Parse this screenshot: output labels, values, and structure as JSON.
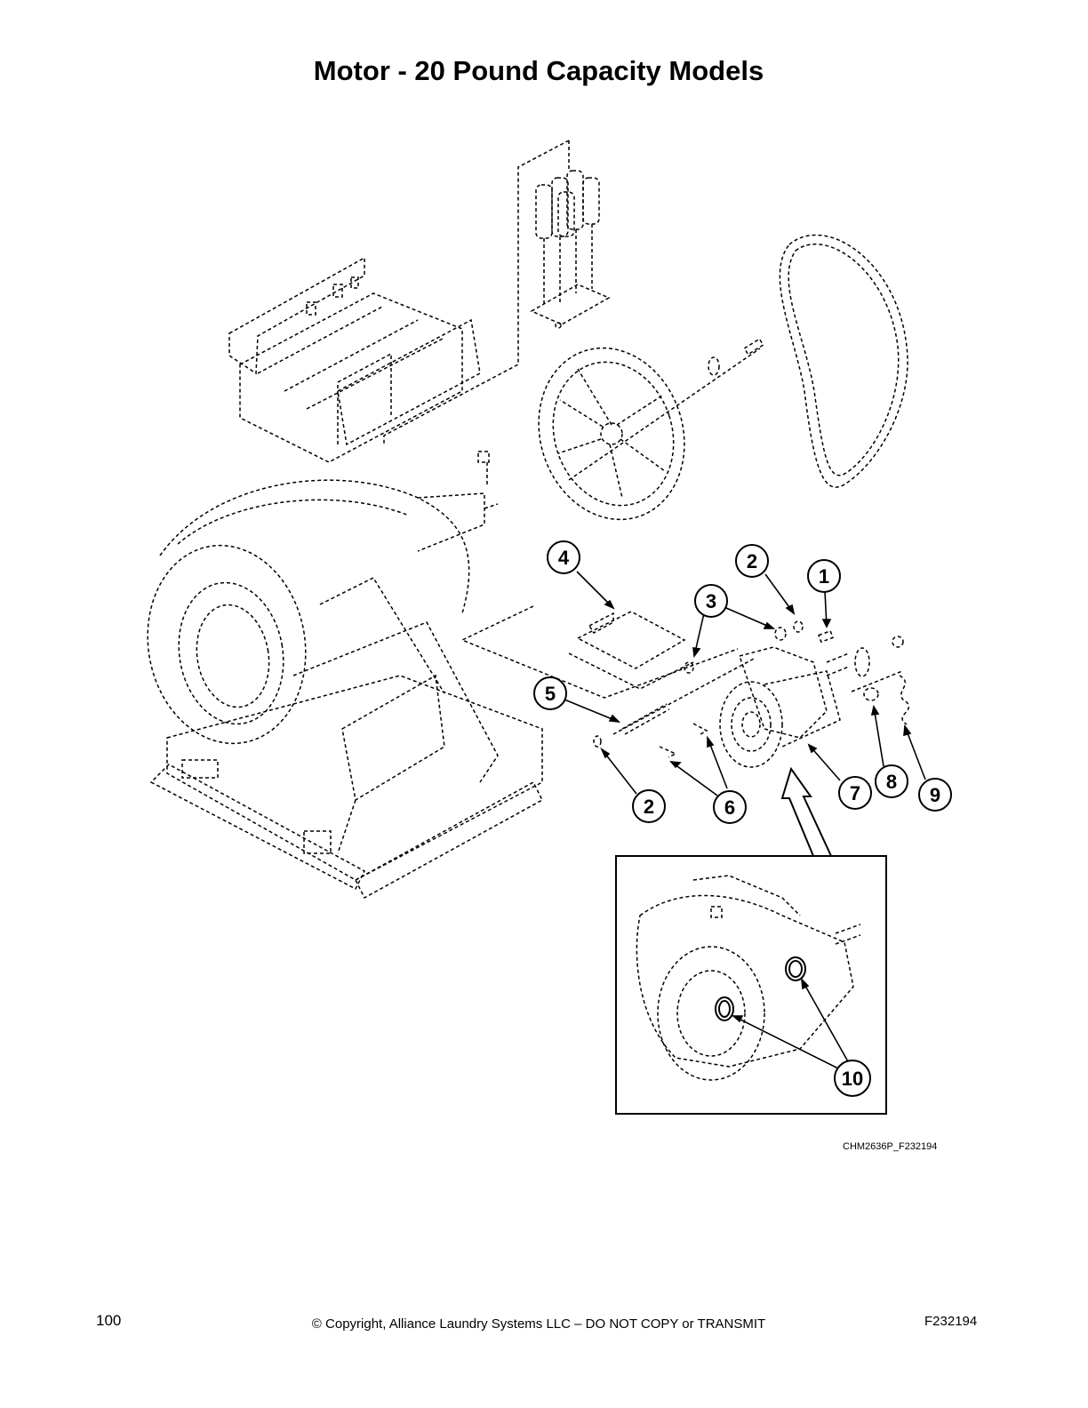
{
  "page": {
    "title": "Motor - 20 Pound Capacity Models",
    "figure_ref": "CHM2636P_F232194",
    "page_number": "100",
    "copyright": "© Copyright, Alliance Laundry Systems LLC – DO NOT COPY or TRANSMIT",
    "doc_code": "F232194"
  },
  "callouts": {
    "c1": "1",
    "c2a": "2",
    "c2b": "2",
    "c3": "3",
    "c4": "4",
    "c5": "5",
    "c6": "6",
    "c7": "7",
    "c8": "8",
    "c9": "9",
    "c10": "10"
  },
  "icons": [
    "capacitor-rack-icon",
    "control-panel-icon",
    "pulley-icon",
    "belt-icon",
    "drum-frame-icon",
    "motor-icon",
    "detail-inset-icon"
  ]
}
